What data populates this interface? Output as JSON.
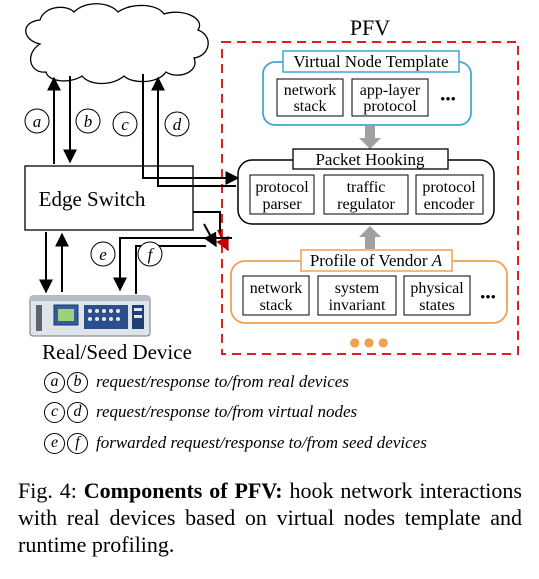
{
  "pfv_title": "PFV",
  "cloud": {},
  "edge_switch": "Edge Switch",
  "device_label": "Real/Seed Device",
  "virtual_node_template": {
    "title": "Virtual Node Template",
    "boxes": [
      [
        "network",
        "stack"
      ],
      [
        "app-layer",
        "protocol"
      ]
    ],
    "more": "•••"
  },
  "packet_hooking": {
    "title": "Packet Hooking",
    "boxes": [
      [
        "protocol",
        "parser"
      ],
      [
        "traffic",
        "regulator"
      ],
      [
        "protocol",
        "encoder"
      ]
    ]
  },
  "profile_of_vendor": {
    "title_prefix": "Profile of Vendor ",
    "title_var": "A",
    "boxes": [
      [
        "network",
        "stack"
      ],
      [
        "system",
        "invariant"
      ],
      [
        "physical",
        "states"
      ]
    ],
    "more": "•••",
    "dots": "● ● ●"
  },
  "arrow_labels": [
    "a",
    "b",
    "c",
    "d",
    "e",
    "f"
  ],
  "legend": [
    {
      "labels": [
        "a",
        "b"
      ],
      "text": "request/response to/from real devices"
    },
    {
      "labels": [
        "c",
        "d"
      ],
      "text": "request/response to/from virtual nodes"
    },
    {
      "labels": [
        "e",
        "f"
      ],
      "text": "forwarded request/response to/from seed devices"
    }
  ],
  "caption": {
    "prefix": "Fig. 4: ",
    "bold": "Components of PFV:",
    "rest": " hook network interactions with real devices based on virtual nodes template and runtime profiling."
  },
  "colors": {
    "pfv_border": "#e02020",
    "template_border": "#3fa7d6",
    "profile_border": "#f0a050",
    "connector_arrow": "#a0a0a0",
    "dots": "#f0a050"
  }
}
